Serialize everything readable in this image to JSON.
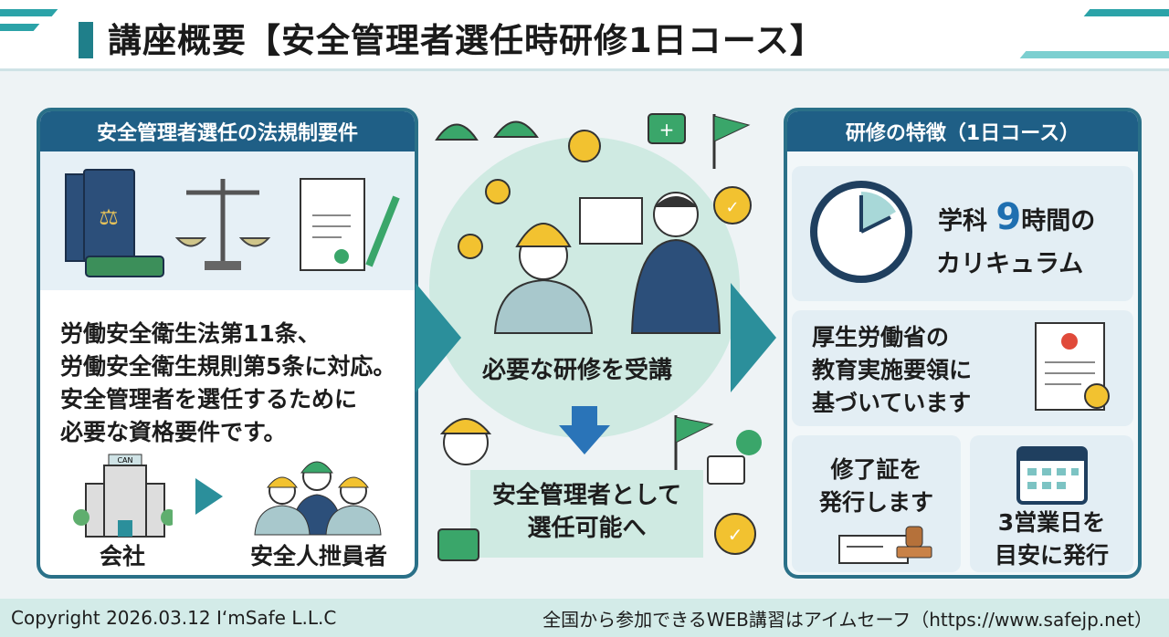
{
  "title": "講座概要【安全管理者選任時研修1日コース】",
  "left_panel": {
    "heading": "安全管理者選任の法規制要件",
    "body_lines": [
      "労働安全衛生法第11条、",
      "労働安全衛生規則第5条に対応。",
      "安全管理者を選任するために",
      "必要な資格要件です。"
    ],
    "building_sign": "CAN",
    "company_label": "会社",
    "staff_label": "安全人抴員者"
  },
  "center": {
    "step1": "必要な研修を受講",
    "step2_lines": [
      "安全管理者として",
      "選任可能へ"
    ]
  },
  "right_panel": {
    "heading": "研修の特徴（1日コース）",
    "hours": {
      "prefix": "学科",
      "number": "9",
      "suffix": "時間の",
      "line2": "カリキュラム"
    },
    "guideline_lines": [
      "厚生労働省の",
      "教育実施要領に",
      "基づいています"
    ],
    "certificate_lines": [
      "修了証を",
      "発行します"
    ],
    "issue_lines": [
      "3営業日を",
      "目安に発行"
    ]
  },
  "footer": {
    "copyright": "Copyright 2026.03.12  I‘mSafe L.L.C",
    "tagline": "全国から参加できるWEB講習はアイムセーフ（https://www.safejp.net）"
  },
  "colors": {
    "navy": "#1f5f86",
    "teal": "#2b8f9b",
    "green": "#3aa66a",
    "yellow": "#f2c230"
  }
}
